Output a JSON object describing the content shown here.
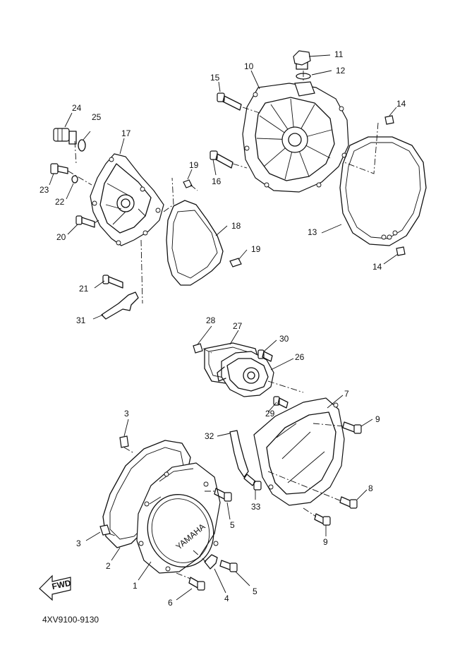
{
  "diagram": {
    "code": "4XV9100-9130",
    "cover_logo": "YAMAHA",
    "fwd_label": "FWD",
    "callouts": [
      {
        "id": "c1",
        "label": "1"
      },
      {
        "id": "c2",
        "label": "2"
      },
      {
        "id": "c3a",
        "label": "3"
      },
      {
        "id": "c3b",
        "label": "3"
      },
      {
        "id": "c4",
        "label": "4"
      },
      {
        "id": "c5a",
        "label": "5"
      },
      {
        "id": "c5b",
        "label": "5"
      },
      {
        "id": "c6",
        "label": "6"
      },
      {
        "id": "c7",
        "label": "7"
      },
      {
        "id": "c8",
        "label": "8"
      },
      {
        "id": "c9a",
        "label": "9"
      },
      {
        "id": "c9b",
        "label": "9"
      },
      {
        "id": "c10",
        "label": "10"
      },
      {
        "id": "c11",
        "label": "11"
      },
      {
        "id": "c12",
        "label": "12"
      },
      {
        "id": "c13",
        "label": "13"
      },
      {
        "id": "c14a",
        "label": "14"
      },
      {
        "id": "c14b",
        "label": "14"
      },
      {
        "id": "c15",
        "label": "15"
      },
      {
        "id": "c16",
        "label": "16"
      },
      {
        "id": "c17",
        "label": "17"
      },
      {
        "id": "c18",
        "label": "18"
      },
      {
        "id": "c19a",
        "label": "19"
      },
      {
        "id": "c19b",
        "label": "19"
      },
      {
        "id": "c20",
        "label": "20"
      },
      {
        "id": "c21",
        "label": "21"
      },
      {
        "id": "c22",
        "label": "22"
      },
      {
        "id": "c23",
        "label": "23"
      },
      {
        "id": "c24",
        "label": "24"
      },
      {
        "id": "c25",
        "label": "25"
      },
      {
        "id": "c26",
        "label": "26"
      },
      {
        "id": "c27",
        "label": "27"
      },
      {
        "id": "c28",
        "label": "28"
      },
      {
        "id": "c29",
        "label": "29"
      },
      {
        "id": "c30",
        "label": "30"
      },
      {
        "id": "c31",
        "label": "31"
      },
      {
        "id": "c32",
        "label": "32"
      },
      {
        "id": "c33",
        "label": "33"
      }
    ]
  }
}
